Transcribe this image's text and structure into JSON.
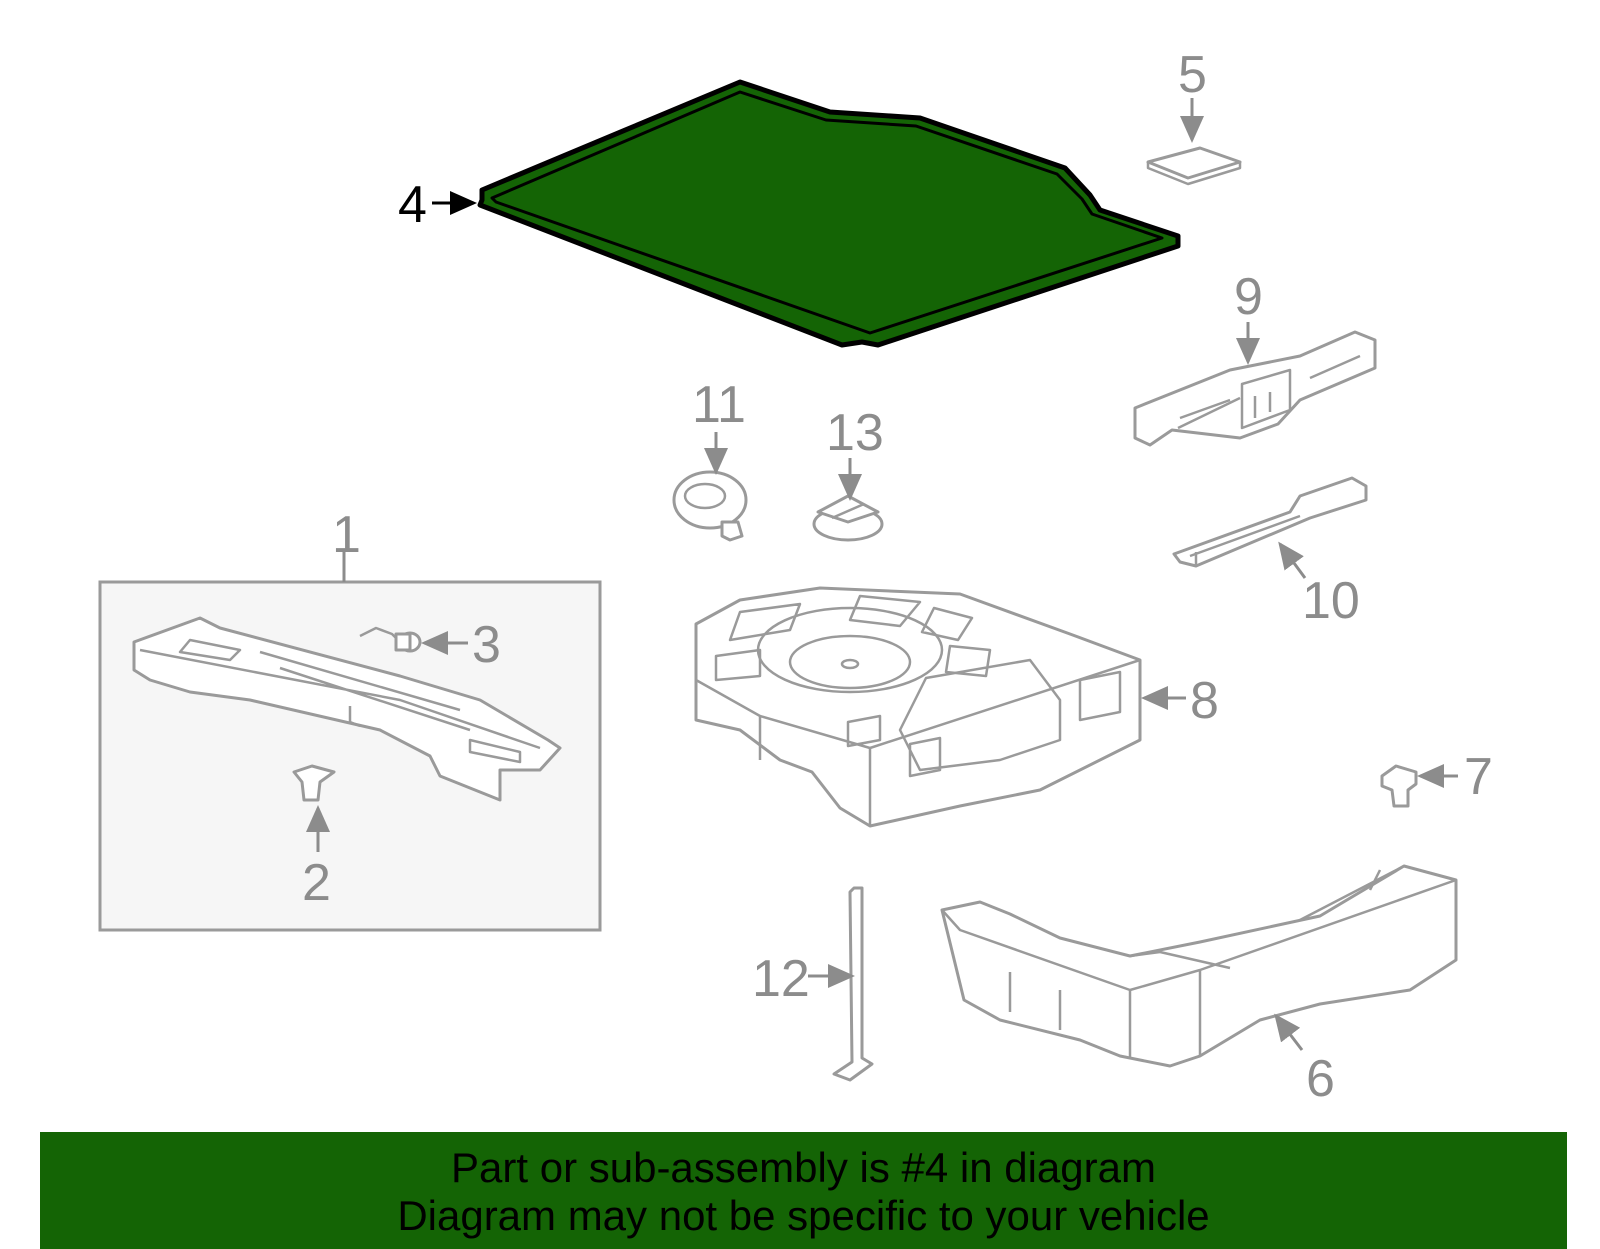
{
  "callouts": {
    "c1": "1",
    "c2": "2",
    "c3": "3",
    "c4": "4",
    "c5": "5",
    "c6": "6",
    "c7": "7",
    "c8": "8",
    "c9": "9",
    "c10": "10",
    "c11": "11",
    "c12": "12",
    "c13": "13"
  },
  "highlight": {
    "part": "4",
    "color": "#146405"
  },
  "banner": {
    "line1": "Part or sub-assembly is #4 in diagram",
    "line2": "Diagram may not be specific to your vehicle",
    "color": "#146405"
  }
}
